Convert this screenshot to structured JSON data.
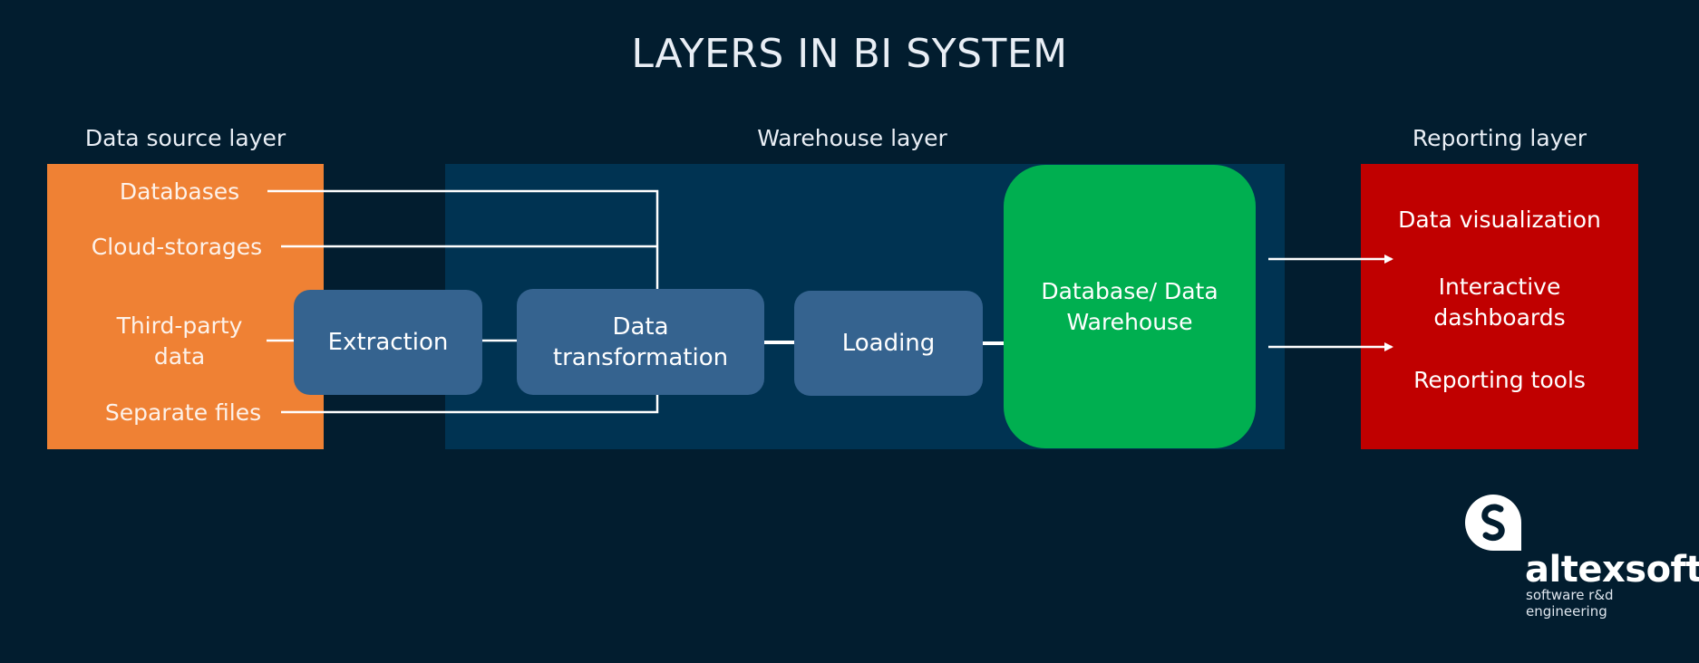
{
  "title": "LAYERS IN BI SYSTEM",
  "layers": {
    "source": {
      "label": "Data source layer",
      "items": [
        "Databases",
        "Cloud-storages",
        "Third-party\ndata",
        "Separate files"
      ]
    },
    "warehouse": {
      "label": "Warehouse layer",
      "steps": [
        "Extraction",
        "Data\ntransformation",
        "Loading"
      ],
      "storage": "Database/ Data\nWarehouse"
    },
    "reporting": {
      "label": "Reporting layer",
      "items": [
        "Data visualization",
        "Interactive\ndashboards",
        "Reporting tools"
      ]
    }
  },
  "brand": {
    "name": "altexsoft",
    "tagline": "software r&d engineering",
    "logo_icon": "altexsoft-logo-icon"
  },
  "colors": {
    "background": "#021d2f",
    "source_layer": "#ef8134",
    "warehouse_layer": "#003352",
    "process_box": "#35638f",
    "storage_box": "#00af50",
    "reporting_layer": "#c00000"
  }
}
